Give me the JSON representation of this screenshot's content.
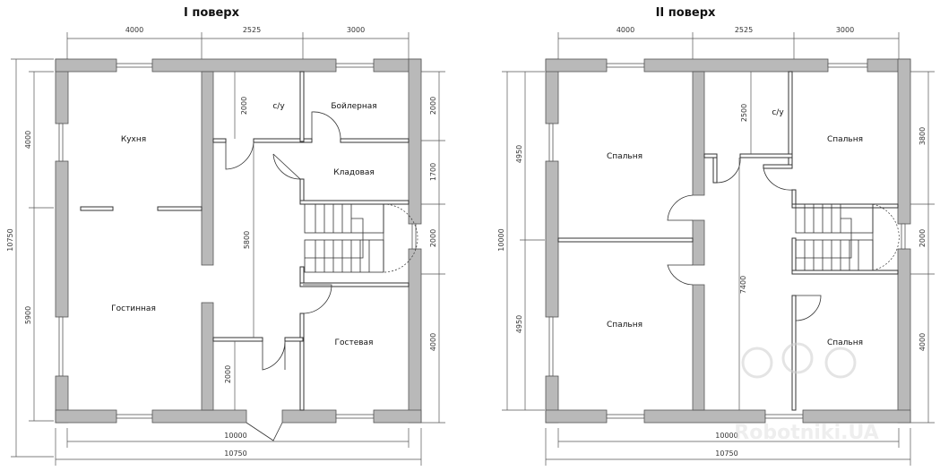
{
  "floor1": {
    "title": "I поверх",
    "rooms": {
      "kitchen": "Кухня",
      "living": "Гостинная",
      "wc": "с/у",
      "boiler": "Бойлерная",
      "storage": "Кладовая",
      "guest": "Гостевая"
    },
    "dims": {
      "top_left": "4000",
      "top_mid": "2525",
      "top_right": "3000",
      "left_upper": "4000",
      "left_lower": "5900",
      "left_total": "10750",
      "right_1": "2000",
      "right_2": "1700",
      "right_3": "2000",
      "right_4": "4000",
      "inner_wc": "2000",
      "inner_corridor": "5800",
      "inner_hall": "2000",
      "bottom_inner": "10000",
      "bottom_total": "10750"
    }
  },
  "floor2": {
    "title": "II поверх",
    "rooms": {
      "bed_tl": "Спальня",
      "bed_bl": "Спальня",
      "bed_tr": "Спальня",
      "bed_br": "Спальня",
      "wc": "с/у"
    },
    "dims": {
      "top_left": "4000",
      "top_mid": "2525",
      "top_right": "3000",
      "left_upper": "4950",
      "left_lower": "4950",
      "left_total": "10000",
      "right_1": "3800",
      "right_2": "2000",
      "right_3": "4000",
      "inner_wc": "2500",
      "inner_corridor": "7400",
      "bottom_inner": "10000",
      "bottom_total": "10750"
    }
  },
  "watermark": "Robotniki.UA"
}
